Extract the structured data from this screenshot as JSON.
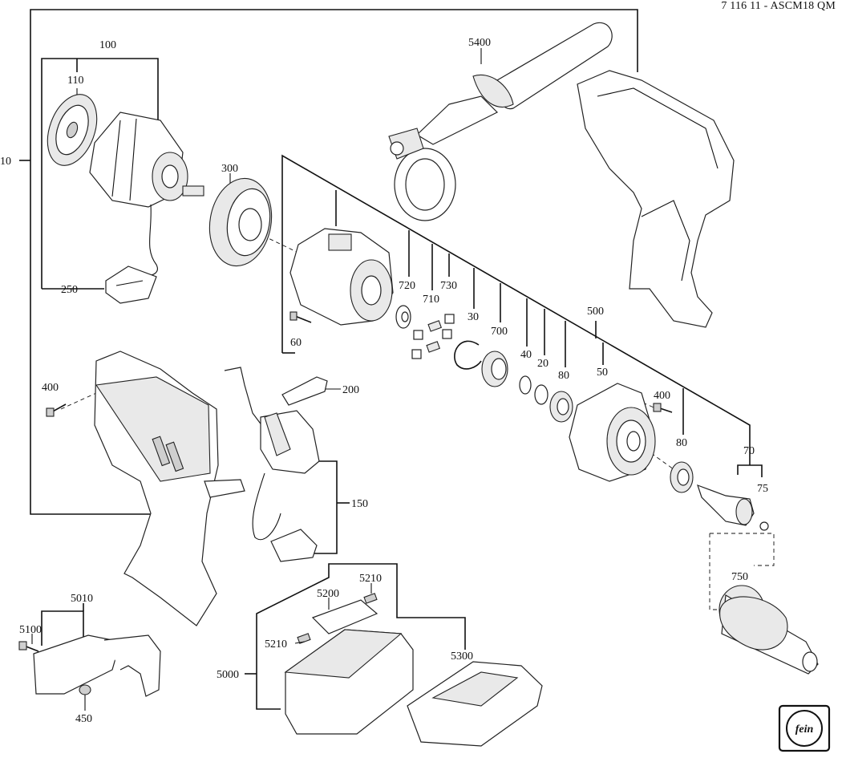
{
  "header": {
    "doc_ref": "7 116 11 - ASCM18 QM"
  },
  "labels": {
    "p10": "10",
    "p100": "100",
    "p110": "110",
    "p300": "300",
    "p250": "250",
    "p5400": "5400",
    "p60": "60",
    "p720": "720",
    "p710": "710",
    "p730": "730",
    "p30": "30",
    "p700": "700",
    "p40": "40",
    "p20": "20",
    "p80a": "80",
    "p500": "500",
    "p50": "50",
    "p400a": "400",
    "p400b": "400",
    "p80b": "80",
    "p70": "70",
    "p75": "75",
    "p200": "200",
    "p150": "150",
    "p750": "750",
    "p5010": "5010",
    "p5100": "5100",
    "p450": "450",
    "p5000": "5000",
    "p5200": "5200",
    "p5210a": "5210",
    "p5210b": "5210",
    "p5300": "5300"
  },
  "logo": {
    "icon": "fein-logo"
  }
}
